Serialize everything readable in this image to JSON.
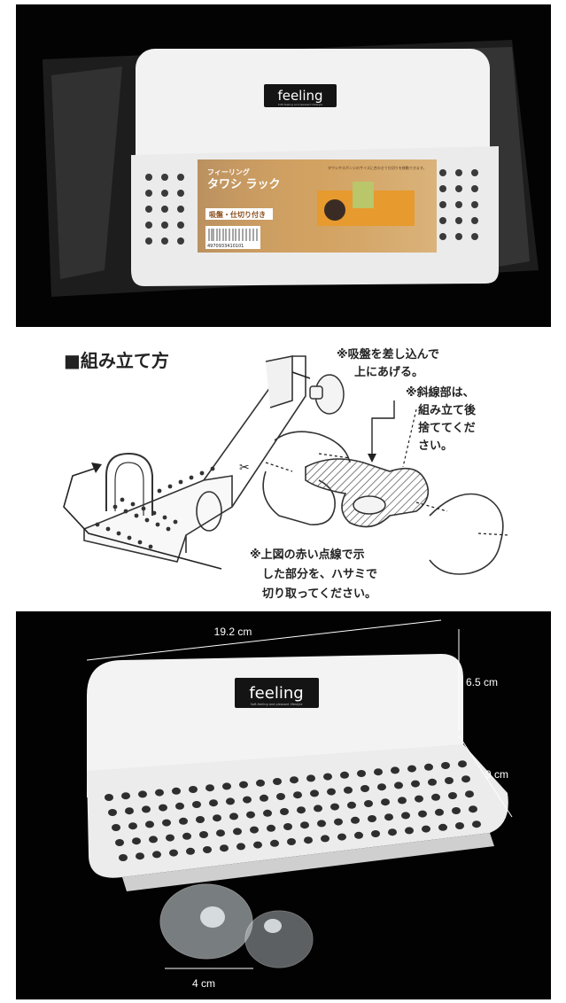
{
  "top_photo": {
    "brand": "feeling",
    "brand_tagline": "Soft-feeling and pleasant lifestyle",
    "package_title_small": "フィーリング",
    "package_title": "タワシ ラック",
    "package_badge": "吸盤・仕切り付き",
    "package_copy": "タワシやスポンジのサイズに合わせて仕切りを移動できます。",
    "package_barcode": "4970933410101"
  },
  "instructions": {
    "heading": "■組み立て方",
    "note_suction": [
      "※吸盤を差し込んで",
      "上にあげる。"
    ],
    "note_hatched": [
      "※斜線部は、",
      "組み立て後",
      "捨ててくだ",
      "さい。"
    ],
    "note_cut": [
      "※上図の赤い点線で示",
      "した部分を、ハサミで",
      "切り取ってください。"
    ]
  },
  "bottom_photo": {
    "brand": "feeling",
    "brand_tagline": "Soft-feeling and pleasant lifestyle",
    "dim_width": "19.2 cm",
    "dim_height": "6.5 cm",
    "dim_depth": "9 cm",
    "dim_suction": "4 cm"
  }
}
